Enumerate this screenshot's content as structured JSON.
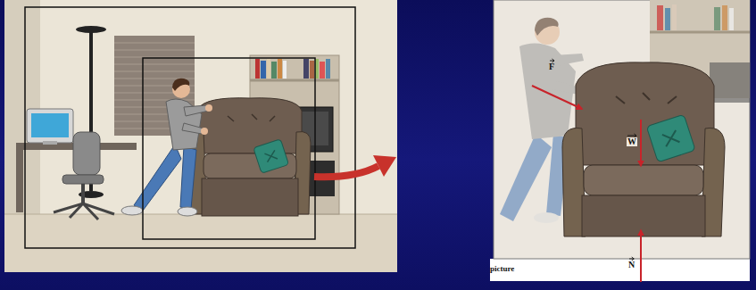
{
  "diagram": {
    "labels": [
      "F",
      "W",
      "N",
      "picture"
    ]
  }
}
